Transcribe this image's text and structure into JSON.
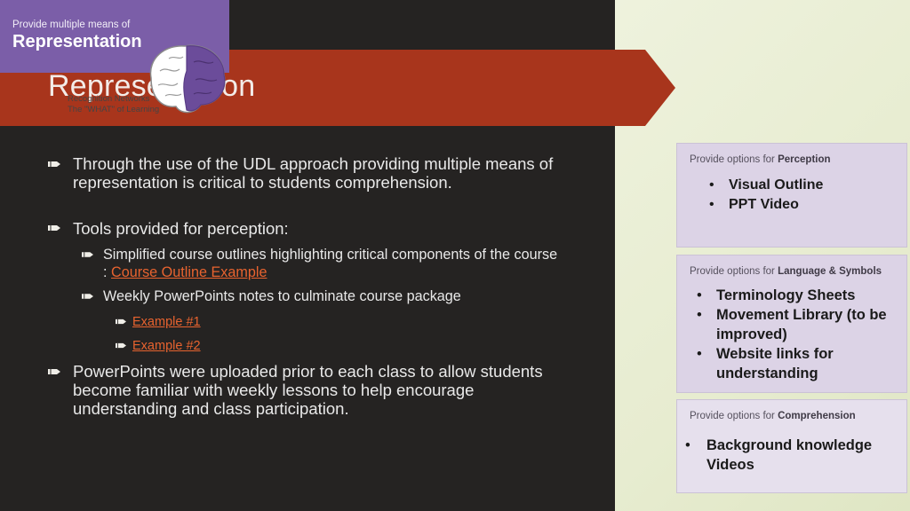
{
  "slide": {
    "title": "Representation",
    "bullets": {
      "b1": "Through the use of the UDL approach providing multiple means of representation is critical to students comprehension.",
      "b2": "Tools provided for perception:",
      "b2a_text": "Simplified course outlines highlighting critical components of the course : ",
      "b2a_link": "Course Outline Example",
      "b2b": "Weekly PowerPoints notes to culminate course package",
      "b2b_link1": "Example #1",
      "b2b_link2": "Example #2",
      "b3": "PowerPoints were uploaded prior to each class to allow students become familiar with weekly lessons to help encourage understanding and class participation."
    }
  },
  "udl_panel": {
    "header": {
      "subtitle": "Provide multiple means of",
      "title": "Representation",
      "network_line1": "Recognition Networks",
      "network_line2": "The \"WHAT\" of Learning"
    },
    "perception": {
      "prefix": "Provide options for ",
      "label": "Perception",
      "items": [
        "Visual Outline",
        "PPT Video"
      ]
    },
    "language": {
      "prefix": "Provide options for ",
      "label": "Language & Symbols",
      "items": [
        "Terminology Sheets",
        "Movement Library (to be improved)",
        "Website links for understanding"
      ]
    },
    "comprehension": {
      "prefix": "Provide options for ",
      "label": "Comprehension",
      "items": [
        "Background knowledge Videos"
      ]
    }
  },
  "colors": {
    "banner": "#a8351c",
    "background": "#252322",
    "link": "#e8632f",
    "purple": "#7b5ea8",
    "card": "#dcd3e6"
  }
}
